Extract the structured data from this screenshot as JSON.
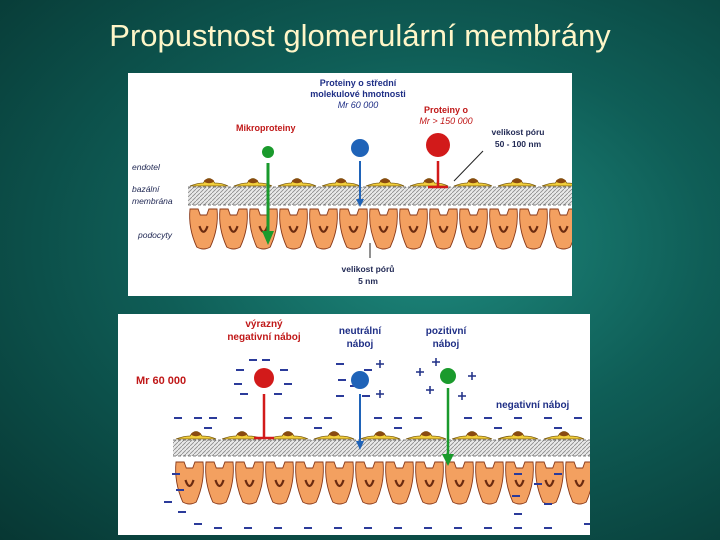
{
  "title": "Propustnost glomerulární membrány",
  "top_panel": {
    "proteins_mid": [
      "Proteiny o střední",
      "molekulové hmotnosti",
      "Mr 60 000"
    ],
    "proteins_large": [
      "Proteiny o",
      "Mr > 150 000"
    ],
    "microproteins": "Mikroproteiny",
    "pore_size_top": [
      "velikost póru",
      "50 - 100 nm"
    ],
    "endotel": "endotel",
    "basement": [
      "bazální",
      "membrána"
    ],
    "podocytes": "podocyty",
    "pore_size_bottom": [
      "velikost pórů",
      "5 nm"
    ]
  },
  "bottom_panel": {
    "strong_negative": [
      "výrazný",
      "negativní náboj"
    ],
    "neutral": [
      "neutrální",
      "náboj"
    ],
    "positive": [
      "pozitivní",
      "náboj"
    ],
    "mr_label": "Mr 60 000",
    "negative_charge": "negativní náboj"
  },
  "colors": {
    "green": "#1a9a2c",
    "blue": "#1f63b8",
    "red": "#d21a1a",
    "cell": "#f3a060",
    "endothelium": "#f2cf3a"
  }
}
